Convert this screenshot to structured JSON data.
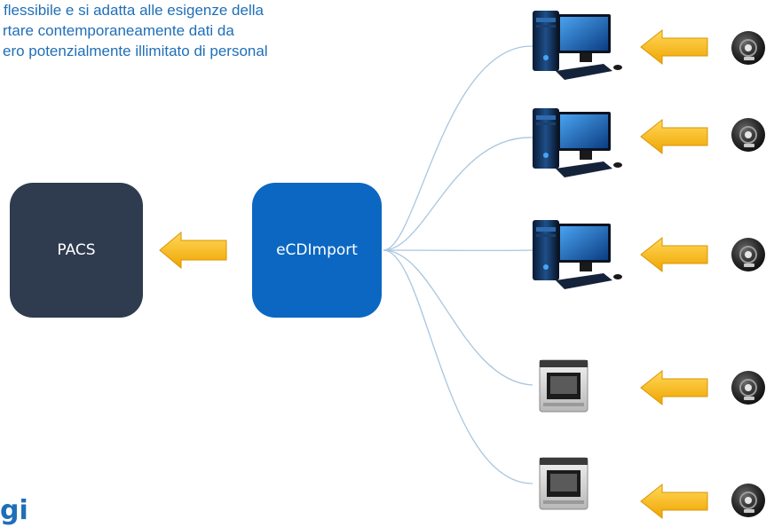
{
  "intro_lines": [
    "flessibile e si adatta alle esigenze della",
    "rtare contemporaneamente dati da",
    "ero potenzialmente illimitato di personal"
  ],
  "pacs_label": "PACS",
  "ecdimport_label": "eCDImport",
  "heading_fragment": "gi",
  "colors": {
    "pacs_box": "#2f3b4e",
    "ecdimport_box": "#0b67c2",
    "arrow": "#f5b820",
    "connector": "#a9c6df",
    "text": "#1f6fb8"
  },
  "devices": [
    {
      "kind": "desktop-pc",
      "icon": "desktop-pc-icon",
      "source": "cd-disc-icon"
    },
    {
      "kind": "desktop-pc",
      "icon": "desktop-pc-icon",
      "source": "cd-disc-icon"
    },
    {
      "kind": "desktop-pc",
      "icon": "desktop-pc-icon",
      "source": "cd-disc-icon"
    },
    {
      "kind": "disc-publisher",
      "icon": "disc-publisher-icon",
      "source": "cd-disc-icon"
    },
    {
      "kind": "disc-publisher",
      "icon": "disc-publisher-icon",
      "source": "cd-disc-icon"
    }
  ]
}
